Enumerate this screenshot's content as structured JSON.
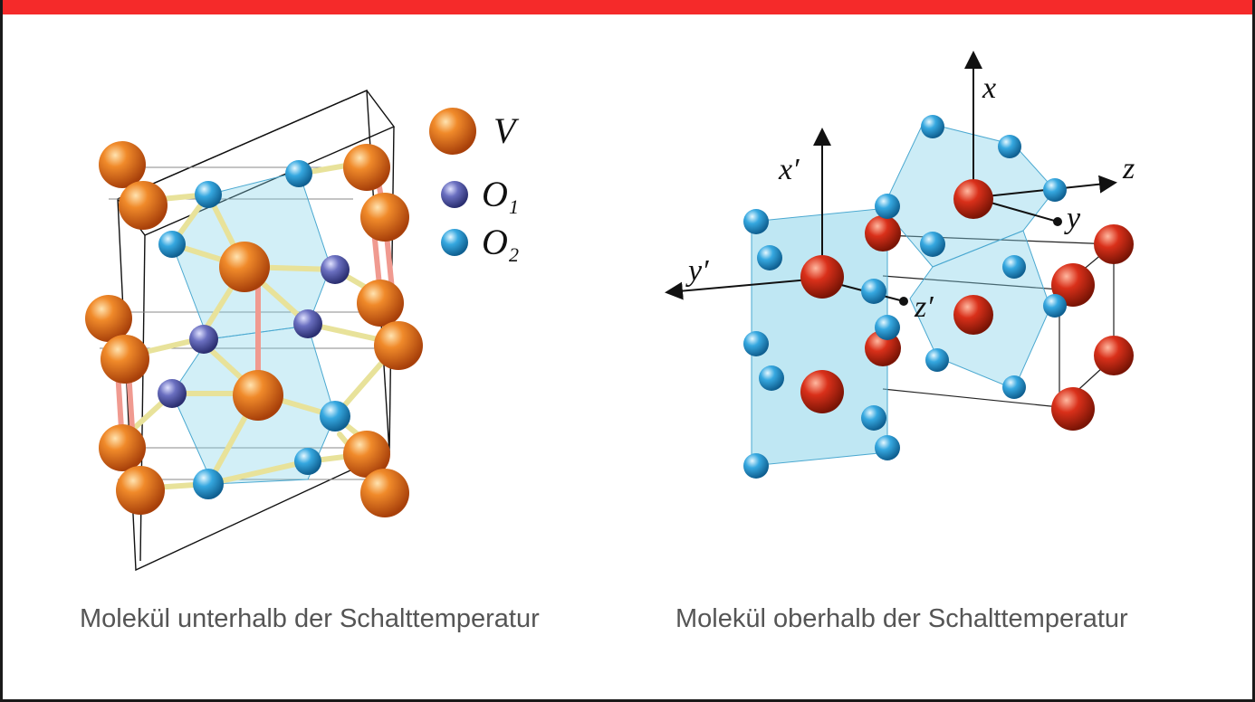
{
  "header": {
    "accent_color": "#f52a2a"
  },
  "left_panel": {
    "legend": {
      "v_label": "V",
      "o1_label": "O",
      "o1_sub": "1",
      "o2_label": "O",
      "o2_sub": "2"
    },
    "caption": "Molekül unterhalb der Schalttemperatur"
  },
  "right_panel": {
    "axis_x": "x",
    "axis_y": "y",
    "axis_z": "z",
    "axis_x_prime": "x′",
    "axis_y_prime": "y′",
    "axis_z_prime": "z′",
    "caption": "Molekül oberhalb der Schalttemperatur"
  },
  "colors": {
    "vanadium": "#e8701a",
    "vanadium_right": "#d9301a",
    "oxygen1": "#6a6fc0",
    "oxygen2": "#36a8e0",
    "octahedron": "#7fd0e8"
  }
}
